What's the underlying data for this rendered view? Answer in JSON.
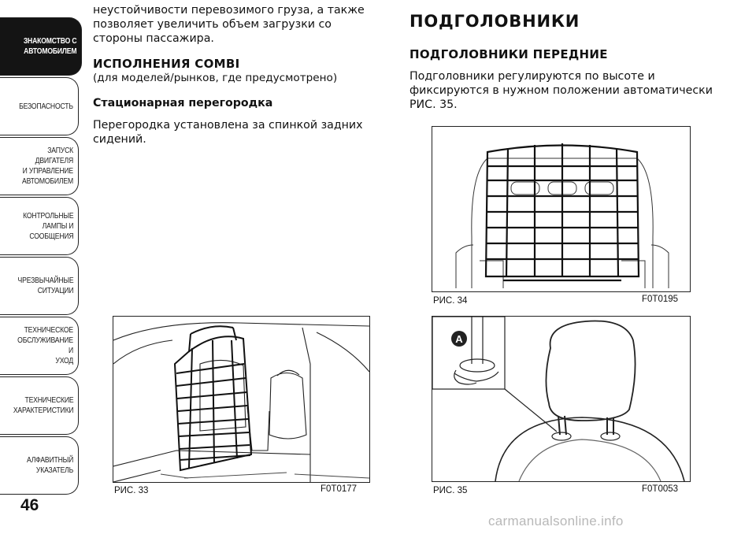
{
  "sidebar": {
    "tabs": [
      {
        "label": "ЗНАКОМСТВО С\nАВТОМОБИЛЕМ",
        "active": true
      },
      {
        "label": "БЕЗОПАСНОСТЬ",
        "active": false
      },
      {
        "label": "ЗАПУСК ДВИГАТЕЛЯ\nИ УПРАВЛЕНИЕ\nАВТОМОБИЛЕМ",
        "active": false
      },
      {
        "label": "КОНТРОЛЬНЫЕ\nЛАМПЫ И\nСООБЩЕНИЯ",
        "active": false
      },
      {
        "label": "ЧРЕЗВЫЧАЙНЫЕ\nСИТУАЦИИ",
        "active": false
      },
      {
        "label": "ТЕХНИЧЕСКОЕ\nОБСЛУЖИВАНИЕ И\nУХОД",
        "active": false
      },
      {
        "label": "ТЕХНИЧЕСКИЕ\nХАРАКТЕРИСТИКИ",
        "active": false
      },
      {
        "label": "АЛФАВИТНЫЙ\nУКАЗАТЕЛЬ",
        "active": false
      }
    ],
    "page_number": "46"
  },
  "left_column": {
    "intro_text": "неустойчивости перевозимого груза, а также позволяет увеличить объем загрузки со стороны пассажира.",
    "combi_heading": "ИСПОЛНЕНИЯ COMBI",
    "combi_subheading": "(для моделей/рынков, где предусмотрено)",
    "partition_heading": "Стационарная перегородка",
    "partition_text": "Перегородка установлена за спинкой задних сидений."
  },
  "right_column": {
    "main_heading": "ПОДГОЛОВНИКИ",
    "section_heading": "ПОДГОЛОВНИКИ ПЕРЕДНИЕ",
    "section_text": "Подголовники регулируются по высоте и фиксируются в нужном положении автоматически РИС. 35."
  },
  "figures": {
    "fig33": {
      "caption": "РИС. 33",
      "code": "F0T0177"
    },
    "fig34": {
      "caption": "РИС. 34",
      "code": "F0T0195"
    },
    "fig35": {
      "caption": "РИС. 35",
      "code": "F0T0053",
      "callout": "A"
    }
  },
  "watermark": "carmanualsonline.info",
  "colors": {
    "tab_active_bg": "#141414",
    "tab_border": "#222222",
    "watermark": "#b8b8b8"
  }
}
